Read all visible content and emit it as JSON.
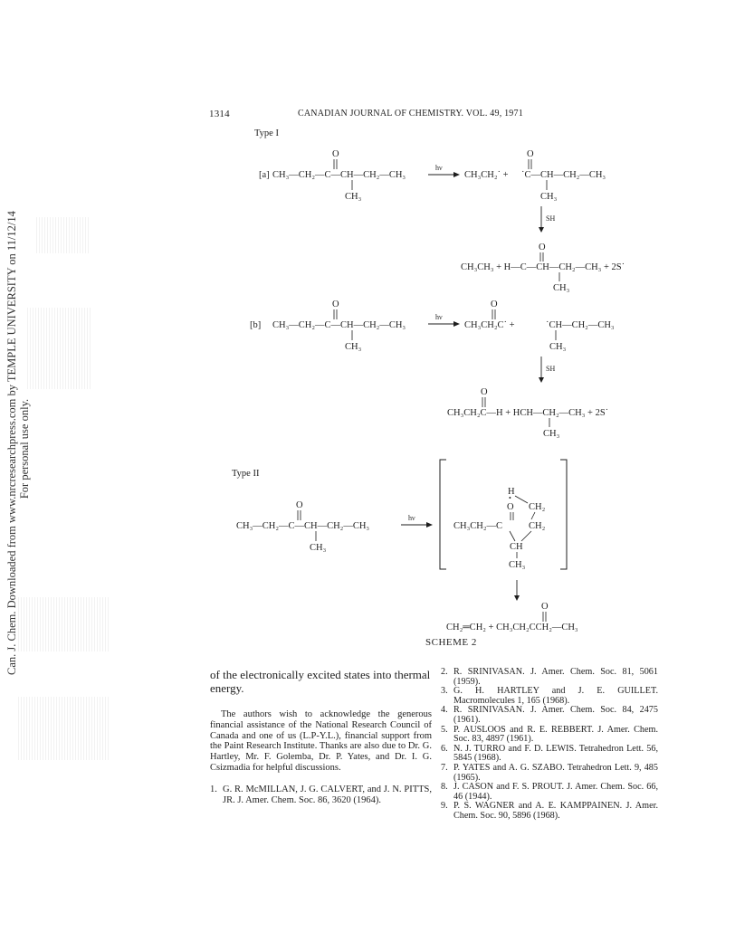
{
  "side_note": {
    "line1": "Can. J. Chem. Downloaded from www.nrcresearchpress.com by TEMPLE UNIVERSITY on 11/12/14",
    "line2": "For personal use only."
  },
  "header": {
    "page_number": "1314",
    "running_title": "CANADIAN JOURNAL OF CHEMISTRY. VOL. 49, 1971"
  },
  "scheme": {
    "caption": "SCHEME 2",
    "type1_label": "Type I",
    "type2_label": "Type II",
    "a_label": "[a]",
    "b_label": "[b]",
    "hv": "hν",
    "sh": "SH",
    "chain": "CH₃—CH₂—C—CH—CH₂—CH₃",
    "ch3": "CH₃",
    "o": "O",
    "a_prod1": "CH₃CH₂˙  +",
    "a_prod2": "˙C—CH—CH₂—CH₃",
    "a_final1": "CH₃CH₃  +  H—C—CH—CH₂—CH₃  +  2S˙",
    "b_prod1": "CH₃CH₂C˙  +",
    "b_prod2": "˙CH—CH₂—CH₃",
    "b_final": "CH₃CH₂C—H  +  HCH—CH₂—CH₃  +  2S˙",
    "ii_bracket1": "CH₃CH₂—C",
    "ii_ch2": "CH₂",
    "ii_h": "H",
    "ii_ch": "CH",
    "ii_final": "CH₂═CH₂  +  CH₃CH₂CCH₂—CH₃",
    "ii_dot": "•"
  },
  "left_column": {
    "continuation": "of the electronically excited states into thermal energy.",
    "acknowledgement": "The authors wish to acknowledge the generous financial assistance of the National Research Council of Canada and one of us (L.P-Y.L.), financial support from the Paint Research Institute. Thanks are also due to Dr. G. Hartley, Mr. F. Golemba, Dr. P. Yates, and Dr. I. G. Csizmadia for helpful discussions.",
    "ref1_num": "1.",
    "ref1": "G. R. McMILLAN, J. G. CALVERT, and J. N. PITTS, JR. J. Amer. Chem. Soc. 86, 3620 (1964)."
  },
  "references": [
    {
      "num": "2.",
      "text": "R. SRINIVASAN. J. Amer. Chem. Soc. 81, 5061 (1959)."
    },
    {
      "num": "3.",
      "text": "G. H. HARTLEY and J. E. GUILLET. Macromolecules 1, 165 (1968)."
    },
    {
      "num": "4.",
      "text": "R. SRINIVASAN. J. Amer. Chem. Soc. 84, 2475 (1961)."
    },
    {
      "num": "5.",
      "text": "P. AUSLOOS and R. E. REBBERT. J. Amer. Chem. Soc. 83, 4897 (1961)."
    },
    {
      "num": "6.",
      "text": "N. J. TURRO and F. D. LEWIS. Tetrahedron Lett. 56, 5845 (1968)."
    },
    {
      "num": "7.",
      "text": "P. YATES and A. G. SZABO. Tetrahedron Lett. 9, 485 (1965)."
    },
    {
      "num": "8.",
      "text": "J. CASON and F. S. PROUT. J. Amer. Chem. Soc. 66, 46 (1944)."
    },
    {
      "num": "9.",
      "text": "P. S. WAGNER and A. E. KAMPPAINEN. J. Amer. Chem. Soc. 90, 5896 (1968)."
    }
  ]
}
